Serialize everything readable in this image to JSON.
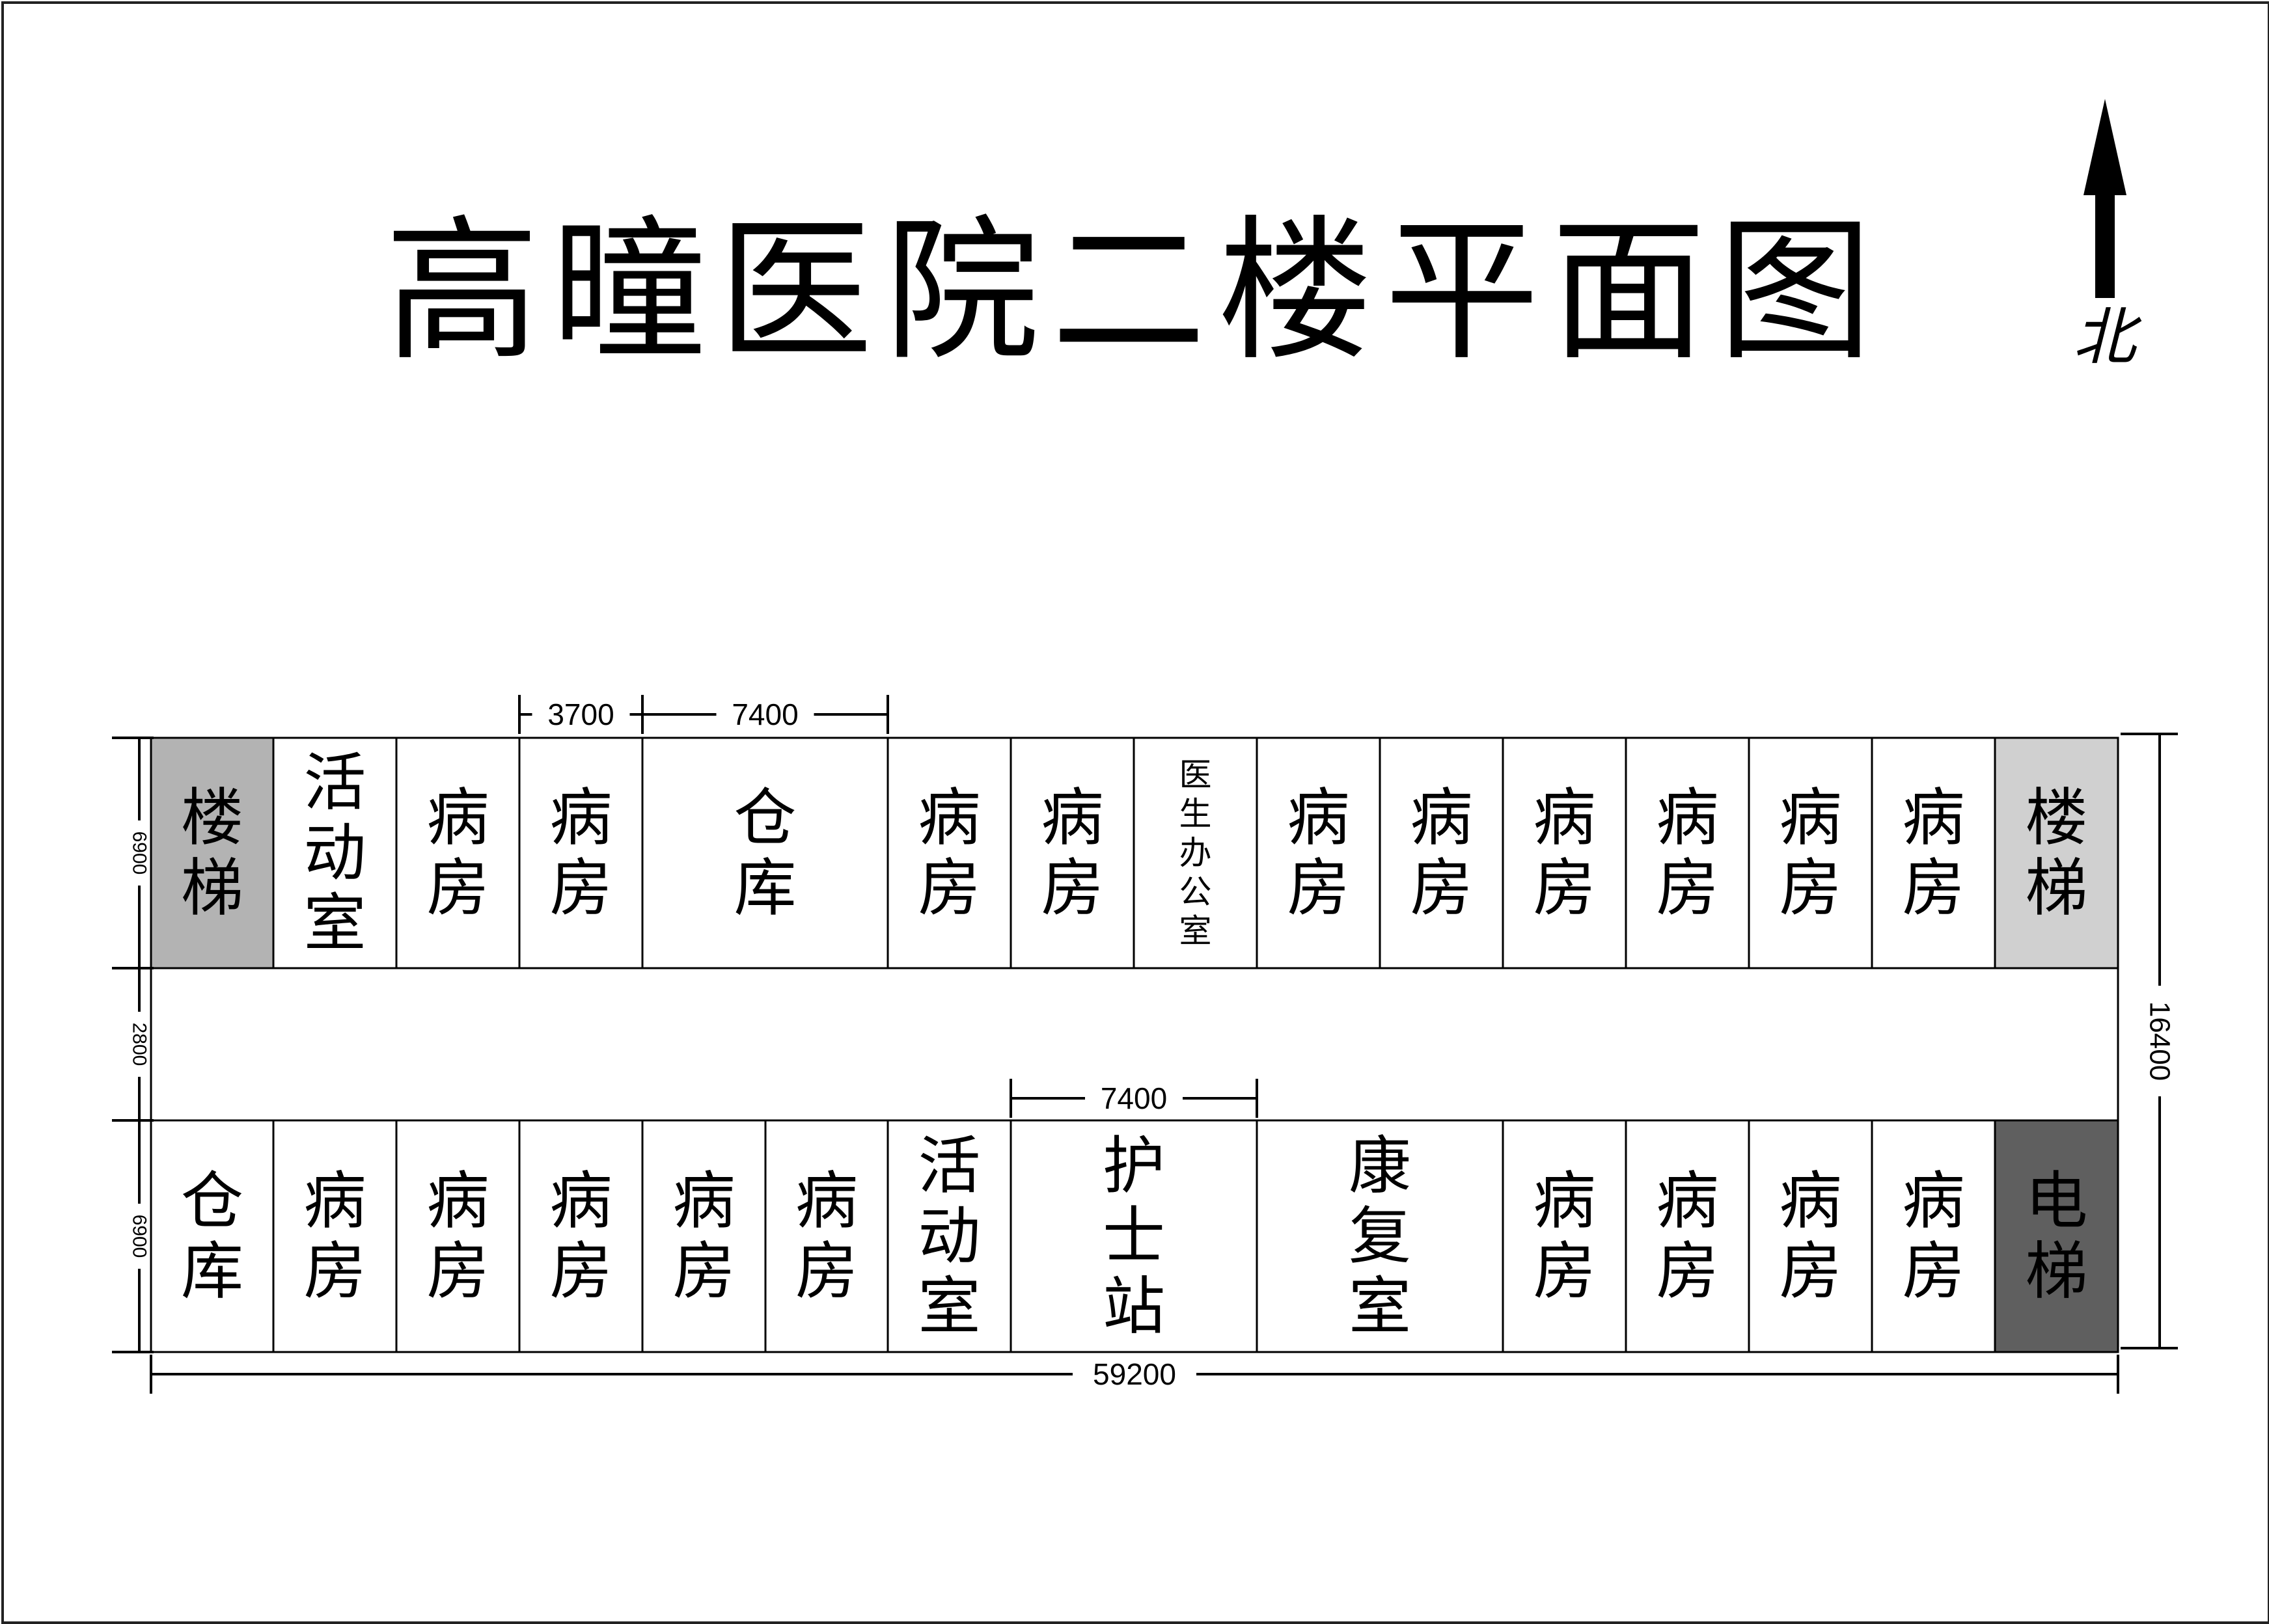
{
  "title": "高曈医院二楼平面图",
  "north_label": "北",
  "colors": {
    "line": "#000000",
    "stair_left": "#b3b3b3",
    "stair_right": "#d0d0d0",
    "elevator": "#5f5f5f",
    "room": "#ffffff"
  },
  "dimensions": {
    "top_room_width": "3700",
    "top_storage_width": "7400",
    "nurse_station_width": "7400",
    "total_width": "59200",
    "total_depth": "16400",
    "north_row_depth": "6900",
    "corridor_depth": "2800",
    "south_row_depth": "6900"
  },
  "north_rooms": [
    {
      "label": "楼梯",
      "fill": "stair_left",
      "text_size": "large"
    },
    {
      "label": "活动室",
      "fill": "room",
      "text_size": "large"
    },
    {
      "label": "病房",
      "fill": "room",
      "text_size": "large"
    },
    {
      "label": "病房",
      "fill": "room",
      "text_size": "large"
    },
    {
      "label": "仓库",
      "fill": "room",
      "text_size": "large"
    },
    {
      "label": "病房",
      "fill": "room",
      "text_size": "large"
    },
    {
      "label": "病房",
      "fill": "room",
      "text_size": "large"
    },
    {
      "label": "医生办公室",
      "fill": "room",
      "text_size": "small"
    },
    {
      "label": "病房",
      "fill": "room",
      "text_size": "large"
    },
    {
      "label": "病房",
      "fill": "room",
      "text_size": "large"
    },
    {
      "label": "病房",
      "fill": "room",
      "text_size": "large"
    },
    {
      "label": "病房",
      "fill": "room",
      "text_size": "large"
    },
    {
      "label": "病房",
      "fill": "room",
      "text_size": "large"
    },
    {
      "label": "病房",
      "fill": "room",
      "text_size": "large"
    },
    {
      "label": "楼梯",
      "fill": "stair_right",
      "text_size": "large"
    }
  ],
  "south_rooms": [
    {
      "label": "仓库",
      "fill": "room",
      "text_size": "large"
    },
    {
      "label": "病房",
      "fill": "room",
      "text_size": "large"
    },
    {
      "label": "病房",
      "fill": "room",
      "text_size": "large"
    },
    {
      "label": "病房",
      "fill": "room",
      "text_size": "large"
    },
    {
      "label": "病房",
      "fill": "room",
      "text_size": "large"
    },
    {
      "label": "病房",
      "fill": "room",
      "text_size": "large"
    },
    {
      "label": "活动室",
      "fill": "room",
      "text_size": "large"
    },
    {
      "label": "护士站",
      "fill": "room",
      "text_size": "large"
    },
    {
      "label": "康复室",
      "fill": "room",
      "text_size": "large"
    },
    {
      "label": "病房",
      "fill": "room",
      "text_size": "large"
    },
    {
      "label": "病房",
      "fill": "room",
      "text_size": "large"
    },
    {
      "label": "病房",
      "fill": "room",
      "text_size": "large"
    },
    {
      "label": "病房",
      "fill": "room",
      "text_size": "large"
    },
    {
      "label": "电梯",
      "fill": "elevator",
      "text_size": "large"
    }
  ]
}
